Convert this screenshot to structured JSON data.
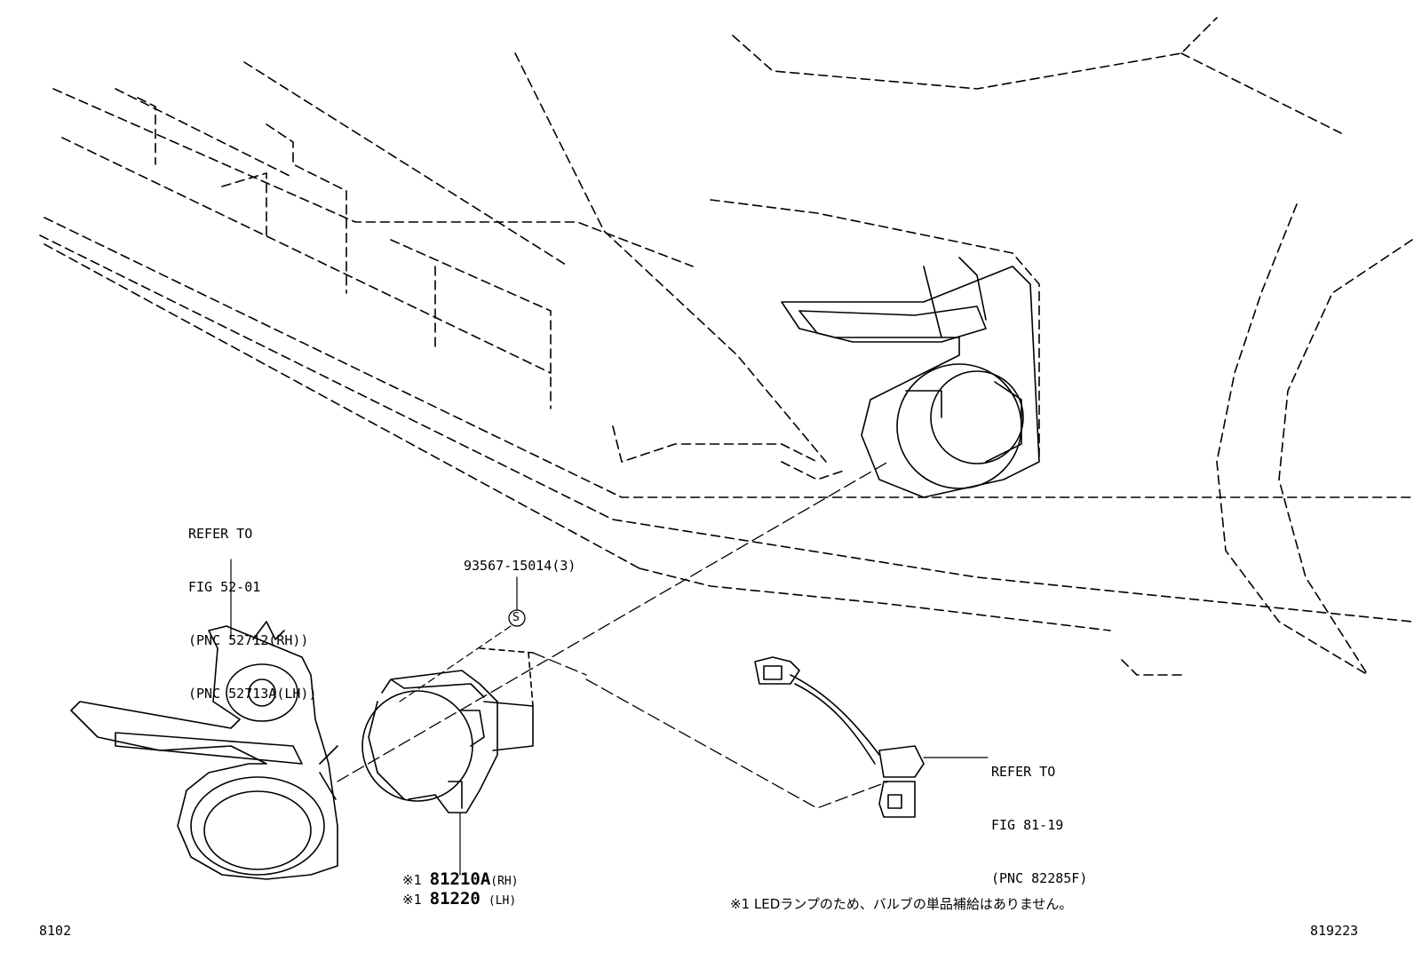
{
  "callouts": {
    "bezel_ref": {
      "lines": [
        "REFER TO",
        "FIG 52-01",
        "(PNC 52712(RH))",
        "(PNC 52713A(LH))"
      ]
    },
    "screw": {
      "part": "93567-15014(3)",
      "symbol": "S"
    },
    "lamp_rh": {
      "mark": "※1",
      "number": "81210A",
      "side": "(RH)"
    },
    "lamp_lh": {
      "mark": "※1",
      "number": "81220",
      "side": "(LH)"
    },
    "wire_ref": {
      "lines": [
        "REFER TO",
        "FIG 81-19",
        "(PNC 82285F)"
      ]
    }
  },
  "note": "※1 LEDランプのため、バルブの単品補給はありません。",
  "figure_code_left": "8102",
  "figure_code_right": "819223"
}
